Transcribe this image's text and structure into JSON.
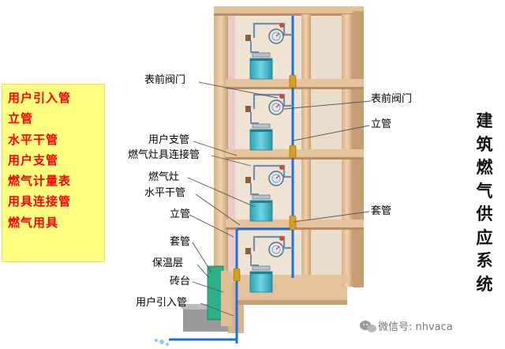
{
  "legend": {
    "items": [
      "用户引入管",
      "立管",
      "水平干管",
      "用户支管",
      "燃气计量表",
      "用具连接管",
      "燃气用具"
    ]
  },
  "title": {
    "chars": [
      "建",
      "筑",
      "燃",
      "气",
      "供",
      "应",
      "系",
      "统"
    ]
  },
  "labels": {
    "meter_valve_left": "表前阀门",
    "meter_valve_right": "表前阀门",
    "riser_right": "立管",
    "user_branch": "用户支管",
    "stove_connector": "燃气灶具连接管",
    "stove": "燃气灶",
    "horizontal_main": "水平干管",
    "riser_left": "立管",
    "sleeve_right": "套管",
    "sleeve_left": "套管",
    "insulation": "保温层",
    "brick_platform": "砖台",
    "service_pipe": "用户引入管"
  },
  "watermark": {
    "text": "微信号: nhvaca",
    "icon": "wechat-icon"
  },
  "colors": {
    "building": "#e8c8a0",
    "building_shade": "#c79d72",
    "pipe": "#1e6fd8",
    "meter_pipe": "#6e8fb0",
    "cabinet": "#3cb6c8",
    "legend_bg": "#ffff80",
    "legend_text": "#ff0000"
  }
}
